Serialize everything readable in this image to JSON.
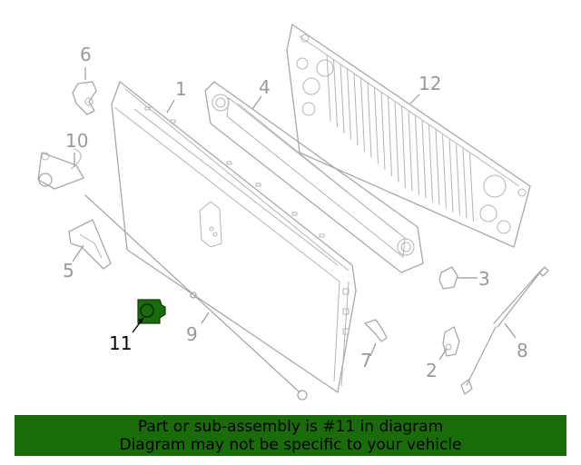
{
  "diagram": {
    "callouts": [
      {
        "id": "1",
        "label": "1"
      },
      {
        "id": "2",
        "label": "2"
      },
      {
        "id": "3",
        "label": "3"
      },
      {
        "id": "4",
        "label": "4"
      },
      {
        "id": "5",
        "label": "5"
      },
      {
        "id": "6",
        "label": "6"
      },
      {
        "id": "7",
        "label": "7"
      },
      {
        "id": "8",
        "label": "8"
      },
      {
        "id": "9",
        "label": "9"
      },
      {
        "id": "10",
        "label": "10"
      },
      {
        "id": "11",
        "label": "11"
      },
      {
        "id": "12",
        "label": "12"
      }
    ],
    "highlighted_part": "11",
    "highlight_color": "#1a6b0a"
  },
  "banner": {
    "line1": "Part or sub-assembly is #11 in diagram",
    "line2": "Diagram may not be specific to your vehicle",
    "background": "#1a6b0a"
  }
}
